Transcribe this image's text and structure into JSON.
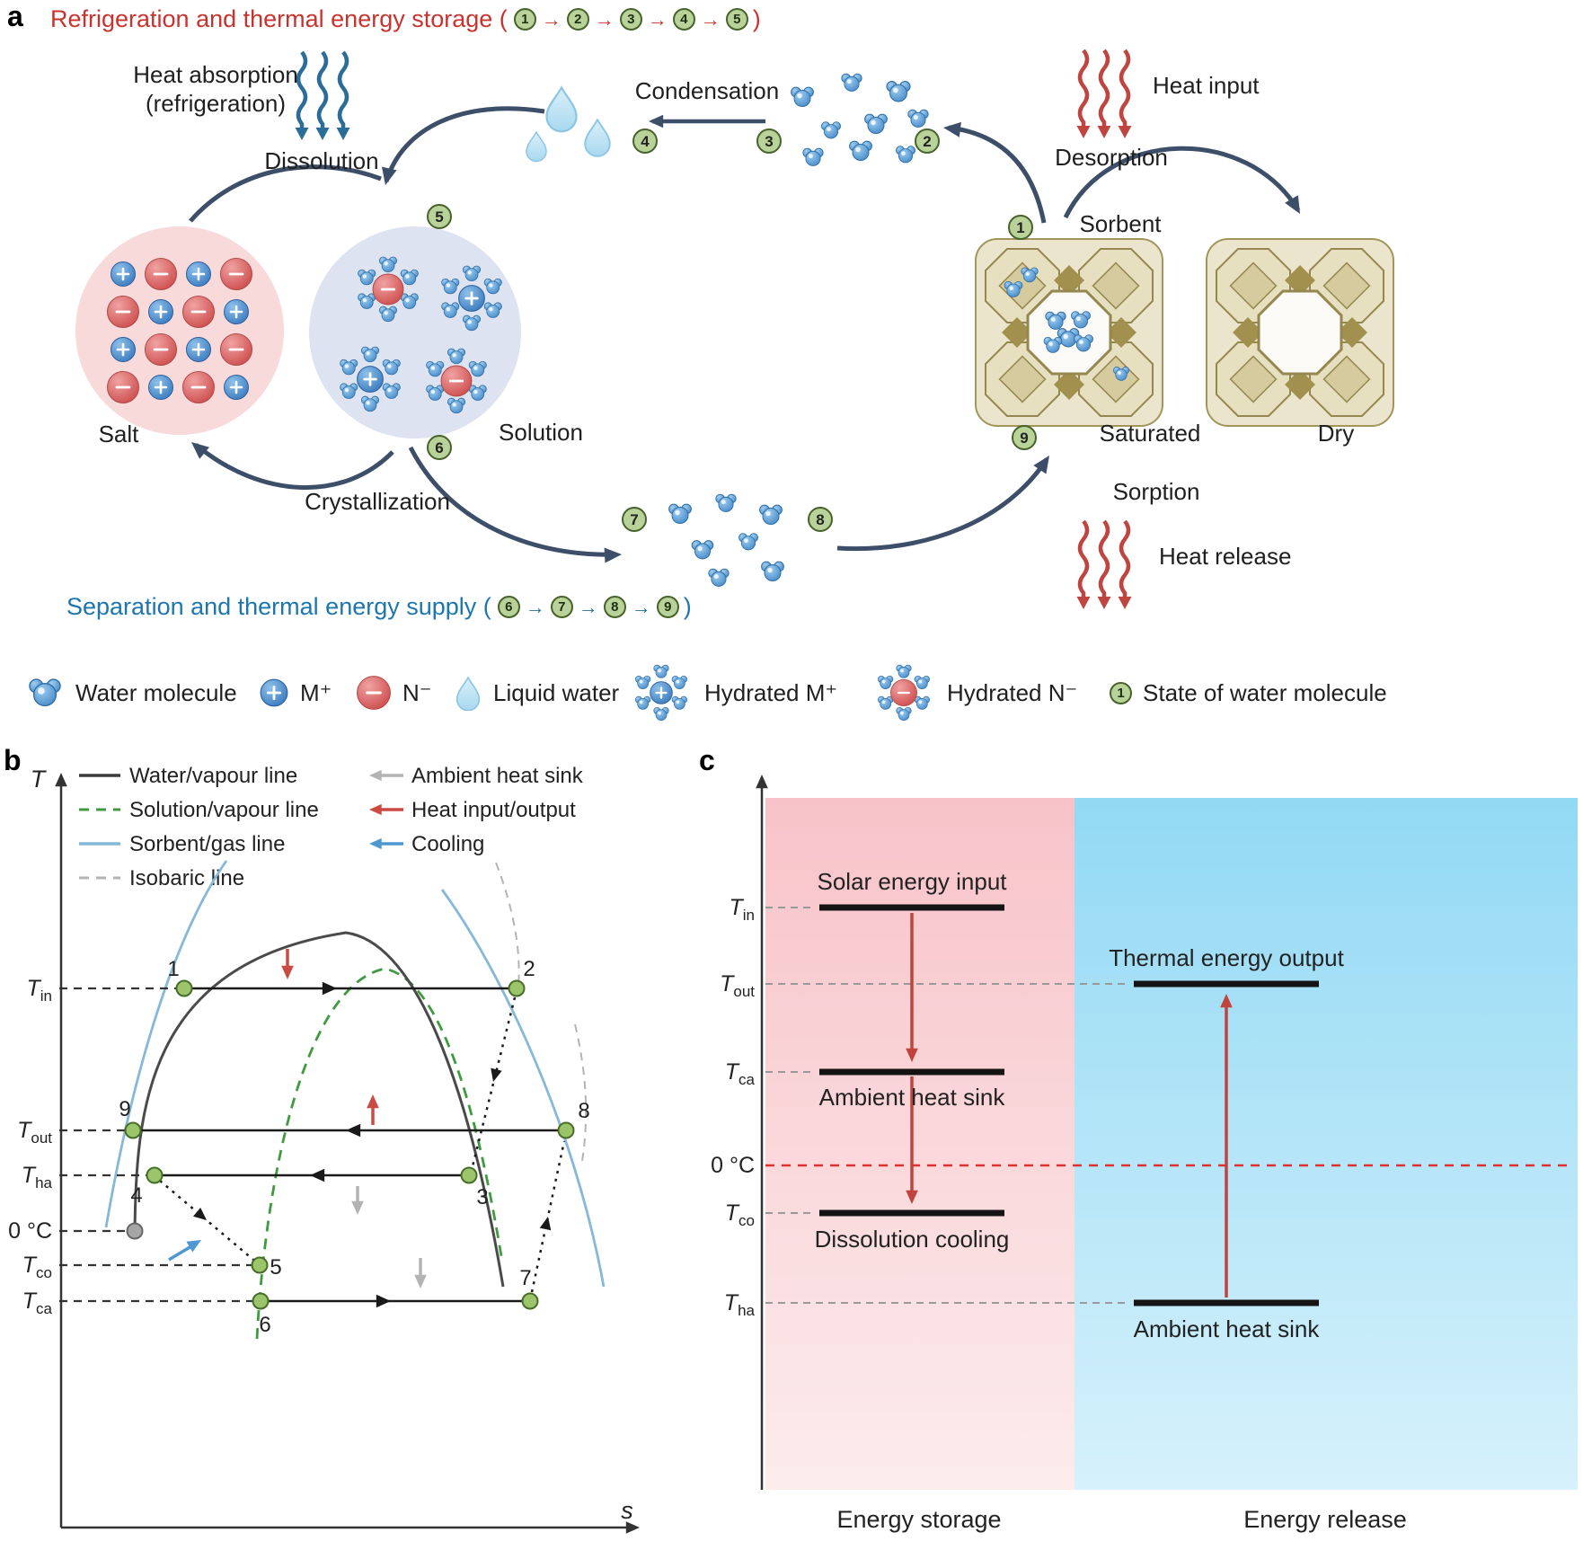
{
  "figure": {
    "panel_a_label": "a",
    "panel_b_label": "b",
    "panel_c_label": "c"
  },
  "icons": {
    "step_arrow": "→"
  },
  "colors": {
    "storage_title_red": "#c8332e",
    "supply_title_blue": "#1d76ad",
    "cycle_arrow_navy": "#3d4e68",
    "heat_red": "#bf4540",
    "cool_blue": "#2b6d99",
    "state_circle_green": "#b9d29a",
    "point_green": "#9cc46a",
    "salt_pink": "#f9dadb",
    "solution_lavender": "#dee3f2",
    "sorbent_tan": "#e2dab6",
    "panel_c_pink": "#f7c3c9",
    "panel_c_blue": "#92d9f4",
    "zero_line_red": "#e03131"
  },
  "panel_a": {
    "title_storage": {
      "text": "Refrigeration and thermal energy storage (",
      "close": ")",
      "steps": [
        "1",
        "2",
        "3",
        "4",
        "5"
      ]
    },
    "title_supply": {
      "text": "Separation and thermal energy supply (",
      "close": ")",
      "steps": [
        "6",
        "7",
        "8",
        "9"
      ]
    },
    "labels": {
      "heat_absorption_line1": "Heat absorption",
      "heat_absorption_line2": "(refrigeration)",
      "dissolution": "Dissolution",
      "condensation": "Condensation",
      "heat_input": "Heat input",
      "desorption": "Desorption",
      "sorbent": "Sorbent",
      "salt": "Salt",
      "solution": "Solution",
      "saturated": "Saturated",
      "dry": "Dry",
      "crystallization": "Crystallization",
      "sorption": "Sorption",
      "heat_release": "Heat release"
    },
    "states": [
      "1",
      "2",
      "3",
      "4",
      "5",
      "6",
      "7",
      "8",
      "9"
    ],
    "legend": {
      "water_molecule": "Water molecule",
      "m_plus": "M⁺",
      "n_minus": "N⁻",
      "liquid_water": "Liquid water",
      "hydrated_m": "Hydrated M⁺",
      "hydrated_n": "Hydrated N⁻",
      "state_badge": "1",
      "state_of_water": "State of water molecule"
    }
  },
  "panel_b": {
    "y_axis": "T",
    "x_axis": "s",
    "legend": {
      "water_vapour": "Water/vapour line",
      "solution_vapour": "Solution/vapour line",
      "sorbent_gas": "Sorbent/gas line",
      "isobaric": "Isobaric line",
      "ambient": "Ambient heat sink",
      "heat_io": "Heat input/output",
      "cooling": "Cooling"
    },
    "yticks": {
      "tin": {
        "m": "T",
        "s": "in"
      },
      "tout": {
        "m": "T",
        "s": "out"
      },
      "tha": {
        "m": "T",
        "s": "ha"
      },
      "zero": "0 °C",
      "tco": {
        "m": "T",
        "s": "co"
      },
      "tca": {
        "m": "T",
        "s": "ca"
      }
    },
    "points": [
      "1",
      "2",
      "3",
      "4",
      "5",
      "6",
      "7",
      "8",
      "9"
    ]
  },
  "panel_c": {
    "yticks": {
      "tin": {
        "m": "T",
        "s": "in"
      },
      "tout": {
        "m": "T",
        "s": "out"
      },
      "tca": {
        "m": "T",
        "s": "ca"
      },
      "zero": "0 °C",
      "tco": {
        "m": "T",
        "s": "co"
      },
      "tha": {
        "m": "T",
        "s": "ha"
      }
    },
    "bars": {
      "solar": "Solar energy input",
      "thermal_output": "Thermal energy output",
      "ambient_left": "Ambient heat sink",
      "dissolution_cooling": "Dissolution cooling",
      "ambient_right": "Ambient heat sink"
    },
    "x_labels": {
      "storage": "Energy storage",
      "release": "Energy release"
    }
  },
  "chart_data": [
    {
      "type": "line",
      "panel": "b",
      "title": "Temperature–entropy schematic of the sorption/solution cycle",
      "xlabel": "s",
      "ylabel": "T",
      "y_levels_high_to_low": [
        "T_in",
        "T_out",
        "T_ha",
        "0 °C",
        "T_co",
        "T_ca"
      ],
      "curves": [
        "Water/vapour line",
        "Solution/vapour line",
        "Sorbent/gas line",
        "Isobaric line"
      ],
      "state_points": [
        "1",
        "2",
        "3",
        "4",
        "5",
        "6",
        "7",
        "8",
        "9"
      ],
      "processes": [
        {
          "from": "1",
          "to": "2",
          "at": "T_in",
          "direction": "right"
        },
        {
          "from": "2",
          "to": "3",
          "style": "dotted"
        },
        {
          "from": "3",
          "to": "4",
          "at": "T_ha",
          "direction": "left"
        },
        {
          "from": "4",
          "to": "5",
          "style": "dotted"
        },
        {
          "from": "5",
          "to": "6",
          "style": "dotted"
        },
        {
          "from": "6",
          "to": "7",
          "at": "T_ca",
          "direction": "right"
        },
        {
          "from": "7",
          "to": "8",
          "style": "dotted"
        },
        {
          "from": "8",
          "to": "9",
          "at": "T_out",
          "direction": "left"
        }
      ],
      "annotations": [
        "Heat input/output (red arrows)",
        "Ambient heat sink (grey arrows)",
        "Cooling (blue arrow)"
      ]
    },
    {
      "type": "line",
      "panel": "c",
      "title": "Temperature levels of energy storage and release",
      "y_levels_high_to_low": [
        "T_in",
        "T_out",
        "T_ca",
        "0 °C",
        "T_co",
        "T_ha"
      ],
      "levels": [
        {
          "label": "Solar energy input",
          "at": "T_in",
          "phase": "Energy storage"
        },
        {
          "label": "Ambient heat sink",
          "at": "T_ca",
          "phase": "Energy storage"
        },
        {
          "label": "Dissolution cooling",
          "at": "T_co",
          "phase": "Energy storage"
        },
        {
          "label": "Thermal energy output",
          "at": "T_out",
          "phase": "Energy release"
        },
        {
          "label": "Ambient heat sink",
          "at": "T_ha",
          "phase": "Energy release"
        }
      ],
      "arrows": [
        {
          "phase": "Energy storage",
          "direction": "down",
          "from": "T_in",
          "to": "T_co"
        },
        {
          "phase": "Energy release",
          "direction": "up",
          "from": "T_ha",
          "to": "T_out"
        }
      ]
    }
  ]
}
